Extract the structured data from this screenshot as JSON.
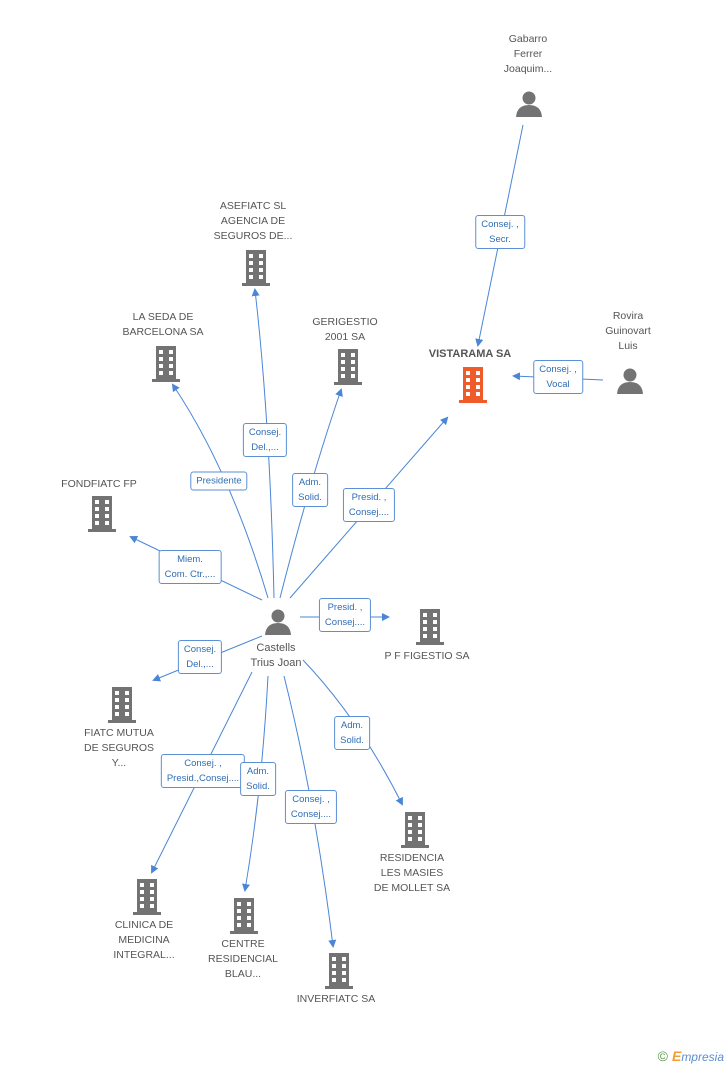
{
  "colors": {
    "edge": "#4a86d6",
    "node_icon": "#737373",
    "focus_icon": "#f15a29",
    "label_border": "#5b8fd6"
  },
  "nodes": {
    "vistarama": "VISTARAMA SA",
    "gabarro": "Gabarro\nFerrer\nJoaquim...",
    "rovira": "Rovira\nGuinovart\nLuis",
    "castells": "Castells\nTrius Joan",
    "asefiatc": "ASEFIATC SL\nAGENCIA DE\nSEGUROS DE...",
    "laseda": "LA SEDA DE\nBARCELONA SA",
    "gerigestio": "GERIGESTIO\n2001 SA",
    "fondfiatc": "FONDFIATC FP",
    "figestio": "P F FIGESTIO SA",
    "fiatc": "FIATC MUTUA\nDE SEGUROS\nY...",
    "residencia": "RESIDENCIA\nLES MASIES\nDE MOLLET SA",
    "clinica": "CLINICA DE\nMEDICINA\nINTEGRAL...",
    "centre": "CENTRE\nRESIDENCIAL\nBLAU...",
    "inverfiatc": "INVERFIATC SA"
  },
  "edges": {
    "gabarro_vistarama": "Consej. ,\nSecr.",
    "rovira_vistarama": "Consej. ,\nVocal",
    "castells_asefiatc": "Consej.\nDel.,...",
    "castells_laseda": "Presidente",
    "castells_gerigestio": "Adm.\nSolid.",
    "castells_vistarama": "Presid. ,\nConsej....",
    "castells_fondfiatc": "Miem.\nCom. Ctr.,...",
    "castells_figestio": "Presid. ,\nConsej....",
    "castells_fiatc": "Consej.\nDel.,...",
    "castells_residencia": "Adm.\nSolid.",
    "castells_clinica": "Consej. ,\nPresid.,Consej....",
    "castells_centre": "Adm.\nSolid.",
    "castells_inverfiatc": "Consej. ,\nConsej...."
  },
  "brand": {
    "copyright": "©",
    "first_letter": "E",
    "rest": "mpresia"
  }
}
